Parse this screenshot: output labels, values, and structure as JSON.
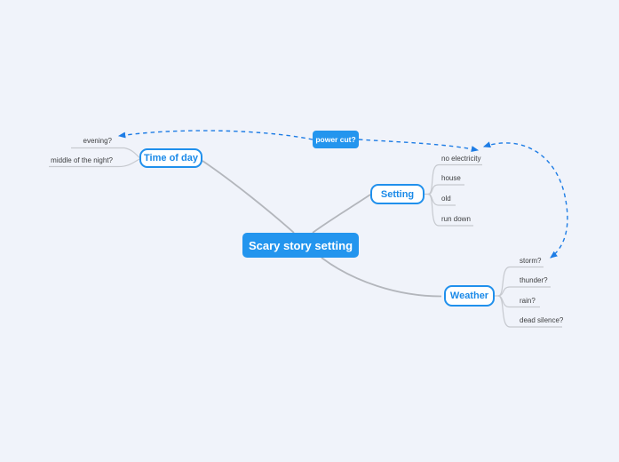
{
  "app": {
    "background": "#f0f3fa"
  },
  "colors": {
    "node_blue": "#2395ee",
    "node_border_blue": "#2090ec",
    "node_text_blue": "#1b8ae8",
    "connection_dash_blue": "#1d7ce5",
    "branch_gray": "#b3b6bc",
    "child_line_gray": "#c6c9cf",
    "child_text": "#3f4042",
    "root_text": "#ffffff"
  },
  "map": {
    "root": {
      "label": "Scary story setting"
    },
    "floating_topic": {
      "label": "power cut?"
    },
    "branches": [
      {
        "label": "Time of day",
        "side": "left",
        "children": [
          "evening?",
          "middle of the night?"
        ]
      },
      {
        "label": "Setting",
        "side": "right",
        "children": [
          "no electricity",
          "house",
          "old",
          "run down"
        ]
      },
      {
        "label": "Weather",
        "side": "right",
        "children": [
          "storm?",
          "thunder?",
          "rain?",
          "dead silence?"
        ]
      }
    ],
    "connections": [
      {
        "from": "power cut?",
        "to": "evening?",
        "style": "dashed-arrow"
      },
      {
        "from": "power cut?",
        "to": "no electricity",
        "style": "dashed-arrow"
      },
      {
        "from": "power cut?",
        "to": "storm?",
        "style": "dashed-arrow"
      }
    ]
  }
}
